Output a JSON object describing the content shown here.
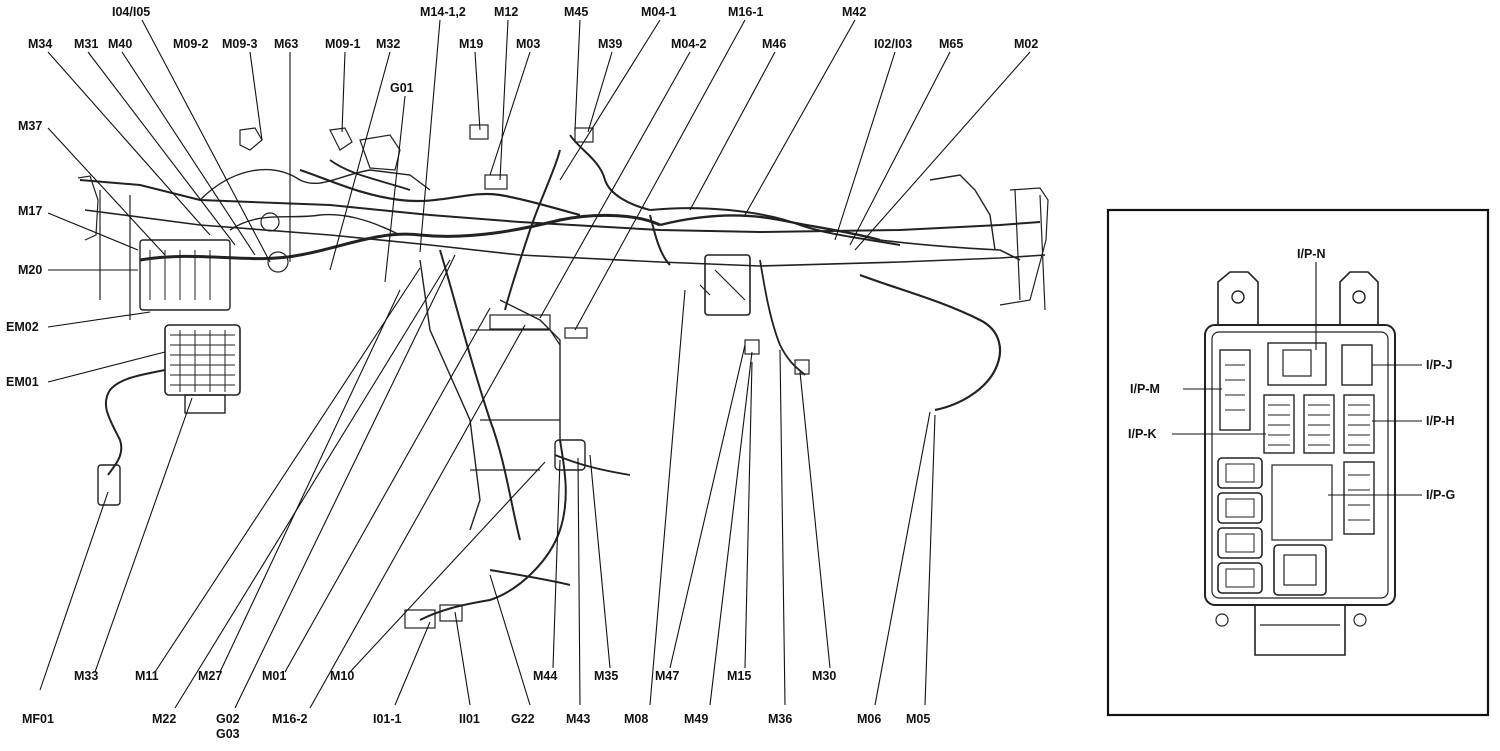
{
  "labels": {
    "M34": "M34",
    "M31": "M31",
    "M40": "M40",
    "I04_I05": "I04/I05",
    "M09_2": "M09-2",
    "M09_3": "M09-3",
    "M63": "M63",
    "M09_1": "M09-1",
    "M32": "M32",
    "G01": "G01",
    "M14_12": "M14-1,2",
    "M12": "M12",
    "M19": "M19",
    "M03": "M03",
    "M45": "M45",
    "M39": "M39",
    "M04_1": "M04-1",
    "M04_2": "M04-2",
    "M16_1": "M16-1",
    "M46": "M46",
    "M42": "M42",
    "I02_I03": "I02/I03",
    "M65": "M65",
    "M02": "M02",
    "M37": "M37",
    "M17": "M17",
    "M20": "M20",
    "EM02": "EM02",
    "EM01": "EM01",
    "MF01": "MF01",
    "M33": "M33",
    "M11": "M11",
    "M22": "M22",
    "M27": "M27",
    "G02": "G02",
    "G03": "G03",
    "M01": "M01",
    "M16_2": "M16-2",
    "M10": "M10",
    "I01_1": "I01-1",
    "II01": "II01",
    "G22": "G22",
    "M44": "M44",
    "M43": "M43",
    "M35": "M35",
    "M08": "M08",
    "M47": "M47",
    "M49": "M49",
    "M15": "M15",
    "M36": "M36",
    "M30": "M30",
    "M06": "M06",
    "M05": "M05"
  },
  "inset": {
    "labels": {
      "ipn": "I/P-N",
      "ipm": "I/P-M",
      "ipj": "I/P-J",
      "ipk": "I/P-K",
      "iph": "I/P-H",
      "ipg": "I/P-G"
    }
  }
}
